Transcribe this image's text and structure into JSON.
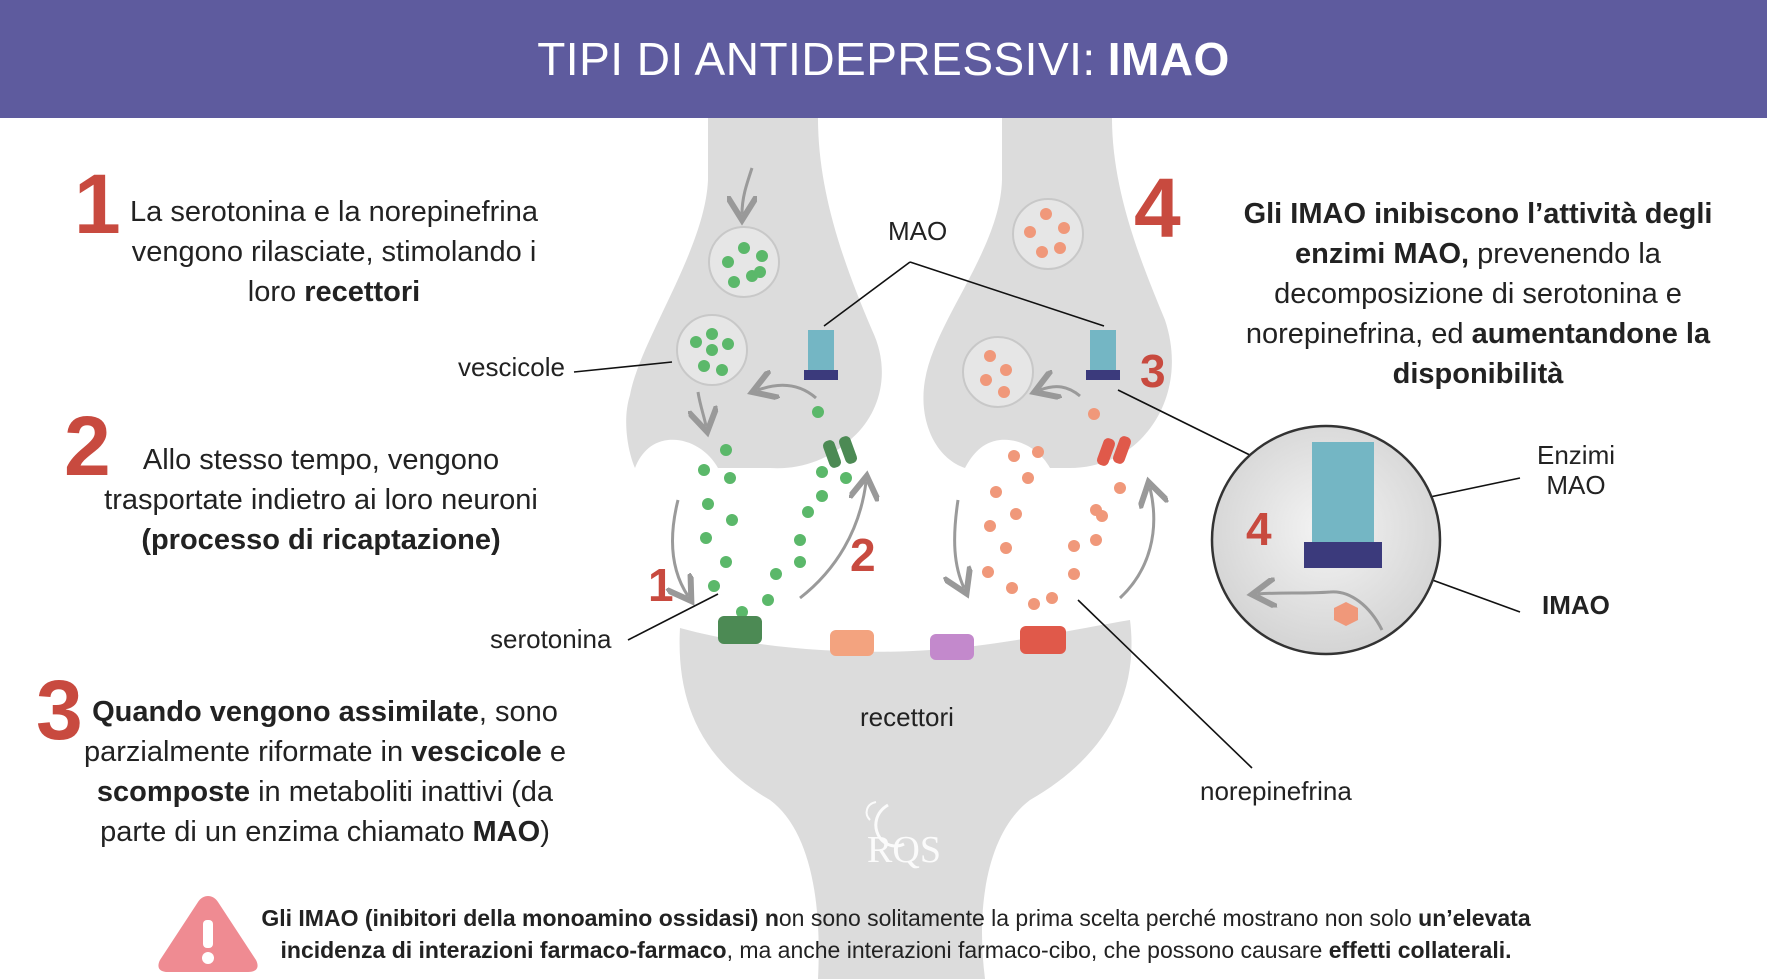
{
  "header": {
    "title_regular": "TIPI DI ANTIDEPRESSIVI:",
    "title_bold": "IMAO"
  },
  "steps": [
    {
      "number": "1",
      "parts": [
        {
          "text": "La serotonina e la norepinefrina vengono rilasciate, stimolando i loro ",
          "bold": false
        },
        {
          "text": "recettori",
          "bold": true
        }
      ]
    },
    {
      "number": "2",
      "parts": [
        {
          "text": "Allo stesso tempo, vengono trasportate indietro ai loro neuroni ",
          "bold": false
        },
        {
          "text": "(processo di ricaptazione)",
          "bold": true
        }
      ]
    },
    {
      "number": "3",
      "parts": [
        {
          "text": "Quando vengono assimilate",
          "bold": true
        },
        {
          "text": ", sono parzialmente riformate in ",
          "bold": false
        },
        {
          "text": "vescicole",
          "bold": true
        },
        {
          "text": " e ",
          "bold": false
        },
        {
          "text": "scomposte",
          "bold": true
        },
        {
          "text": " in metaboliti inattivi (da parte di un enzima chiamato ",
          "bold": false
        },
        {
          "text": "MAO",
          "bold": true
        },
        {
          "text": ")",
          "bold": false
        }
      ]
    },
    {
      "number": "4",
      "parts": [
        {
          "text": "Gli IMAO inibiscono l’attività degli enzimi MAO,",
          "bold": true
        },
        {
          "text": " prevenendo la decomposizione di serotonina e norepinefrina, ed ",
          "bold": false
        },
        {
          "text": "aumentandone la disponibilità",
          "bold": true
        }
      ]
    }
  ],
  "labels": {
    "mao": "MAO",
    "vescicole": "vescicole",
    "serotonina": "serotonina",
    "recettori": "recettori",
    "norepinefrina": "norepinefrina",
    "enzimi_mao_line1": "Enzimi",
    "enzimi_mao_line2": "MAO",
    "imao": "IMAO"
  },
  "diagram_numbers": {
    "n1": "1",
    "n2": "2",
    "n3": "3",
    "n4": "4"
  },
  "logo_text": "RQS",
  "footer": {
    "parts": [
      {
        "text": "Gli IMAO (inibitori della monoamino ossidasi) n",
        "bold": true
      },
      {
        "text": "on sono solitamente la prima scelta perché mostrano non solo ",
        "bold": false
      },
      {
        "text": "un’elevata incidenza di interazioni farmaco-farmaco",
        "bold": true
      },
      {
        "text": ", ma anche interazioni farmaco-cibo, che possono causare ",
        "bold": false
      },
      {
        "text": "effetti collaterali.",
        "bold": true
      }
    ],
    "icon": "warning-icon"
  },
  "colors": {
    "header_bg": "#5e5b9e",
    "accent_red": "#c84a3f",
    "serotonin_green": "#5bb86a",
    "norepinephrine_orange": "#f0987a",
    "mao_teal": "#74b6c4",
    "imao_navy": "#3b3a7c",
    "neuron_gray": "#dcdcdc",
    "warning_pink": "#ef8b92"
  }
}
